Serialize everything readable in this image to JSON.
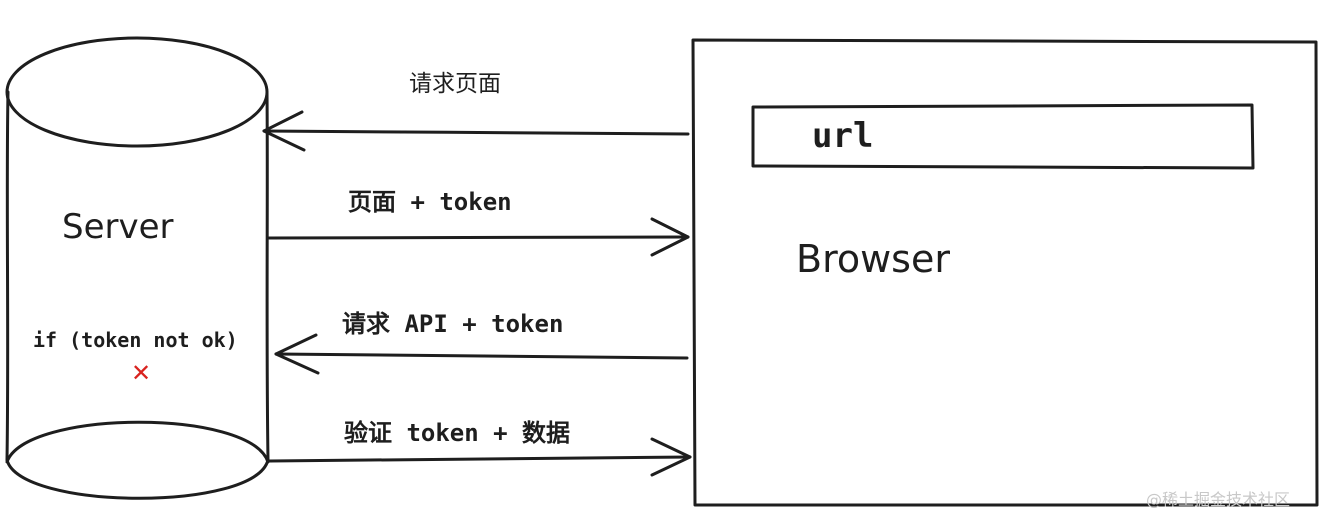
{
  "server": {
    "label": "Server",
    "condition": "if (token not ok)",
    "fail_mark": "✕",
    "fail_color": "#d9231f"
  },
  "browser": {
    "label": "Browser",
    "url_bar_text": "url"
  },
  "arrows": {
    "request_page": "请求页面",
    "page_token": "页面 + token",
    "request_api": "请求 API + token",
    "verify_data": "验证 token + 数据"
  },
  "watermark": {
    "credit": "@稀土掘金技术社区"
  },
  "colors": {
    "ink": "#1e1e1e",
    "background": "#ffffff",
    "watermark": "#c8c8c8"
  }
}
